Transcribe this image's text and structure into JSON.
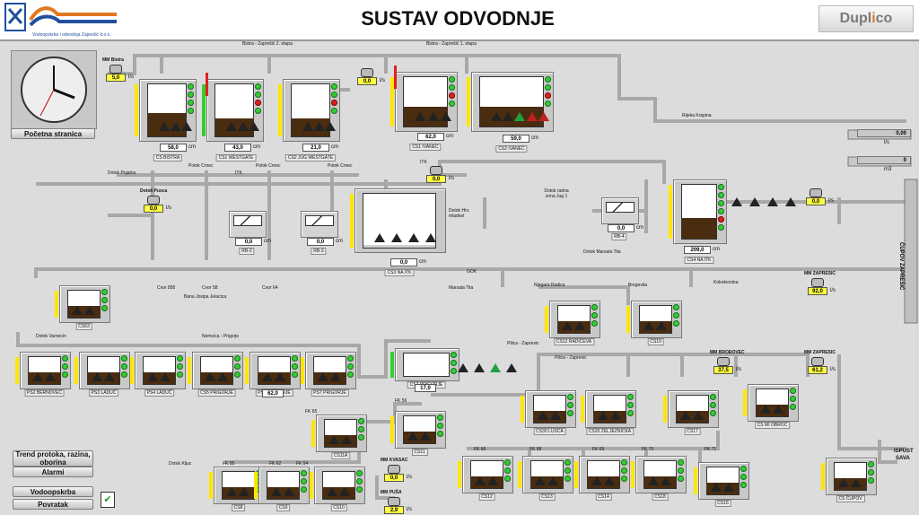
{
  "header": {
    "title": "SUSTAV ODVODNJE",
    "brand_a": "Dupl",
    "brand_b": "i",
    "brand_c": "co",
    "org_text": "Vodoopskrba i odvodnja Zaprešić d.o.o."
  },
  "buttons": {
    "home": "Početna stranica",
    "trend": "Trend protoka, razina, oborina",
    "alarms": "Alarmi",
    "water": "Vodoopskrba",
    "back": "Povratak"
  },
  "colors": {
    "pipe": "#a8a8a8",
    "liquid": "#4a2c10",
    "level": "#ffe600"
  },
  "meters": [
    {
      "label": "MM Bistra",
      "value": "5,0",
      "unit": "l/s"
    },
    {
      "label": "",
      "value": "0,0",
      "unit": "l/s"
    },
    {
      "label": "",
      "value": "0,0",
      "unit": "l/s"
    },
    {
      "label": "Dotok Pusca",
      "value": "0,0",
      "unit": "l/s"
    },
    {
      "label": "",
      "value": "0,0",
      "unit": "l/s"
    },
    {
      "label": "MM ZAPRESIC",
      "value": "92,0",
      "unit": "l/s"
    },
    {
      "label": "MM BROĐOVEC",
      "value": "37,5",
      "unit": "l/s"
    },
    {
      "label": "MM ZAPRESIC",
      "value": "61,2",
      "unit": "l/s"
    },
    {
      "label": "MM KVASAC",
      "value": "0,0",
      "unit": "l/s"
    },
    {
      "label": "MM PUŠA",
      "value": "2,9",
      "unit": "l/s"
    }
  ],
  "side": {
    "v1": "0,00",
    "u1": "l/s",
    "v2": "0",
    "u2": "m3",
    "vertical": "ČUPOV ZAPREŠIĆ",
    "ispust": "ISPUST",
    "sava": "SAVA"
  },
  "stations": [
    {
      "name": "CS BISTRA",
      "level": "58,0",
      "unit": "cm"
    },
    {
      "name": "CS1 WESTGATE",
      "level": "43,0",
      "unit": "cm"
    },
    {
      "name": "CS2 JUG WESTGATE",
      "level": "21,0",
      "unit": "cm"
    },
    {
      "name": "CS1 IVANEC",
      "level": "62,0",
      "unit": "cm"
    },
    {
      "name": "CS2 IVANEC",
      "level": "59,0",
      "unit": "cm"
    },
    {
      "name": "CS3 NA ITK",
      "level": "0,0",
      "unit": "cm"
    },
    {
      "name": "CS4 NA ITK",
      "level": "209,0",
      "unit": "cm"
    },
    {
      "name": "RB-2",
      "level": "0,0",
      "unit": "cm"
    },
    {
      "name": "RB-3",
      "level": "0,0",
      "unit": "cm"
    },
    {
      "name": "RB-4",
      "level": "0,0",
      "unit": "cm"
    }
  ],
  "small_stations": [
    "CS63",
    "PS2 BERNOVEC",
    "PS3 LADUĆ",
    "PS4 LADUĆ",
    "CS5 PRIGORJE",
    "PS6 PRIGORJE",
    "PS7 PRIGORJE",
    "CS2 PRIGORJE",
    "CS11A",
    "CS11",
    "CS8",
    "CS9",
    "CS10",
    "CS12 RADICEVA",
    "CS19",
    "CS30 LUSCA",
    "CS20 ZELJEZNICKA",
    "CS17",
    "CS MI OBROC",
    "CS12",
    "CS13",
    "CS14",
    "CS18",
    "CS16",
    "CS ČUPOV"
  ],
  "small_levels": {
    "ps6": "62,0",
    "cs2p": "17,0"
  },
  "labels": {
    "bistra2": "Bistra - Zaprešić 2. etapa",
    "bistra1": "Bistra - Zaprešić 1. etapa",
    "krapina": "Rijeka Krapina",
    "pojatno": "Dotok Pojatno",
    "crnec1": "Potok Crnec",
    "crnec2": "Potok Crnec",
    "crnec3": "Potok Crnec",
    "itk1": "ITK",
    "itk2": "ITK",
    "hrv": "Dotok Hrv. mladezi",
    "jug1": "Dotok radna zona Jug 1",
    "marsala": "Dotok Marsala Tita",
    "gok": "GOK",
    "mtita": "Marsala Tita",
    "kolodvorska": "Kolodvorska",
    "cvor895": "Cvor 895",
    "cvor58": "Cvor 58",
    "cvor64": "Cvor 64",
    "jelacica": "Bana Josipa Jelacica",
    "vareska": "Dotok Varnecin",
    "nemcica": "Nemcica - Prigorje",
    "radica": "Njegara Radica",
    "bregovita": "Bregovita",
    "zapresic1": "Pilica - Zapresic",
    "zapresic2": "Pilica - Zapresic",
    "kljucice": "Dotok Kljuc",
    "fk55": "FK 55",
    "fk56": "FK 56",
    "fk62": "FK 62",
    "fk54": "FK 54",
    "fk66": "FK 66",
    "fk68": "FK 68",
    "fk69": "FK 69",
    "fk70": "FK 70",
    "fk71": "FK 71",
    "fk65": "FK 65"
  }
}
